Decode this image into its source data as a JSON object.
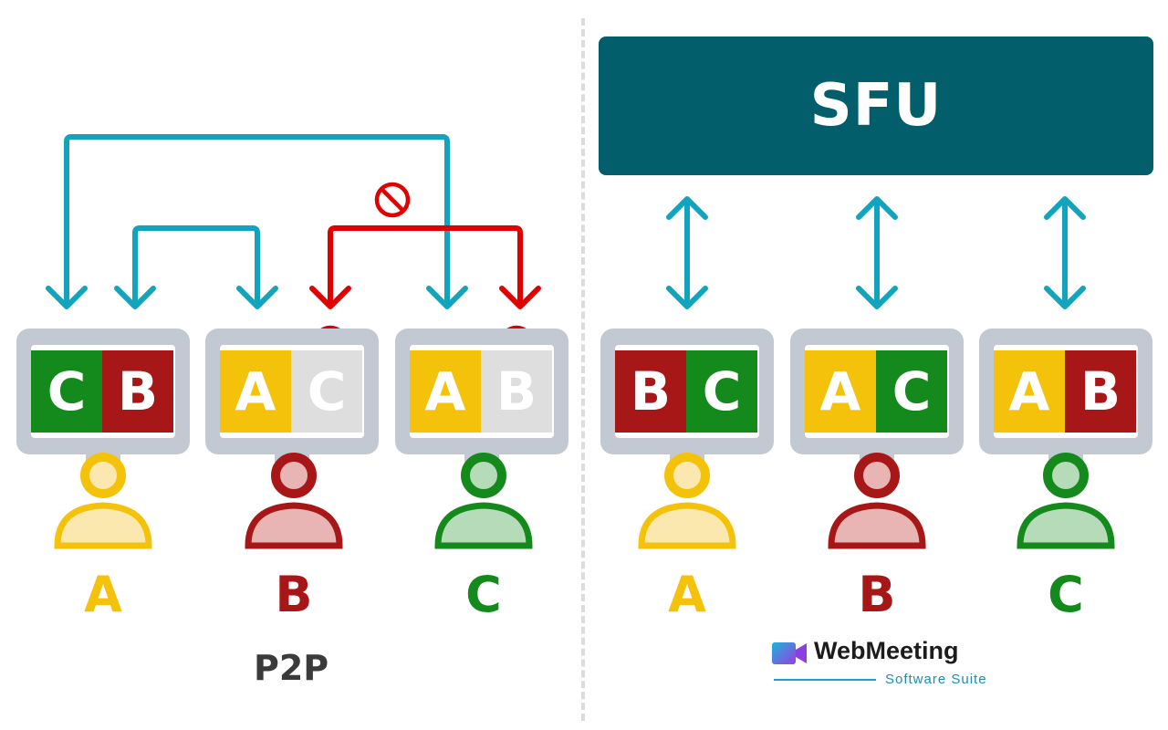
{
  "sfu_label": "SFU",
  "p2p_label": "P2P",
  "colors": {
    "A": "#f5c20b",
    "B": "#a81717",
    "C": "#138a1b",
    "blocked_tile": "#dedede",
    "cyan_arrow": "#12a3bd",
    "red_arrow": "#e00000",
    "sfu_bg": "#025e6b"
  },
  "p2p_users": [
    {
      "letter": "A",
      "screen": [
        {
          "letter": "C",
          "blocked": false
        },
        {
          "letter": "B",
          "blocked": false
        }
      ]
    },
    {
      "letter": "B",
      "screen": [
        {
          "letter": "A",
          "blocked": false
        },
        {
          "letter": "C",
          "blocked": true
        }
      ]
    },
    {
      "letter": "C",
      "screen": [
        {
          "letter": "A",
          "blocked": false
        },
        {
          "letter": "B",
          "blocked": true
        }
      ]
    }
  ],
  "sfu_users": [
    {
      "letter": "A",
      "screen": [
        {
          "letter": "B",
          "blocked": false
        },
        {
          "letter": "C",
          "blocked": false
        }
      ]
    },
    {
      "letter": "B",
      "screen": [
        {
          "letter": "A",
          "blocked": false
        },
        {
          "letter": "C",
          "blocked": false
        }
      ]
    },
    {
      "letter": "C",
      "screen": [
        {
          "letter": "A",
          "blocked": false
        },
        {
          "letter": "B",
          "blocked": false
        }
      ]
    }
  ],
  "logo": {
    "name": "WebMeeting",
    "tagline": "Software Suite"
  }
}
